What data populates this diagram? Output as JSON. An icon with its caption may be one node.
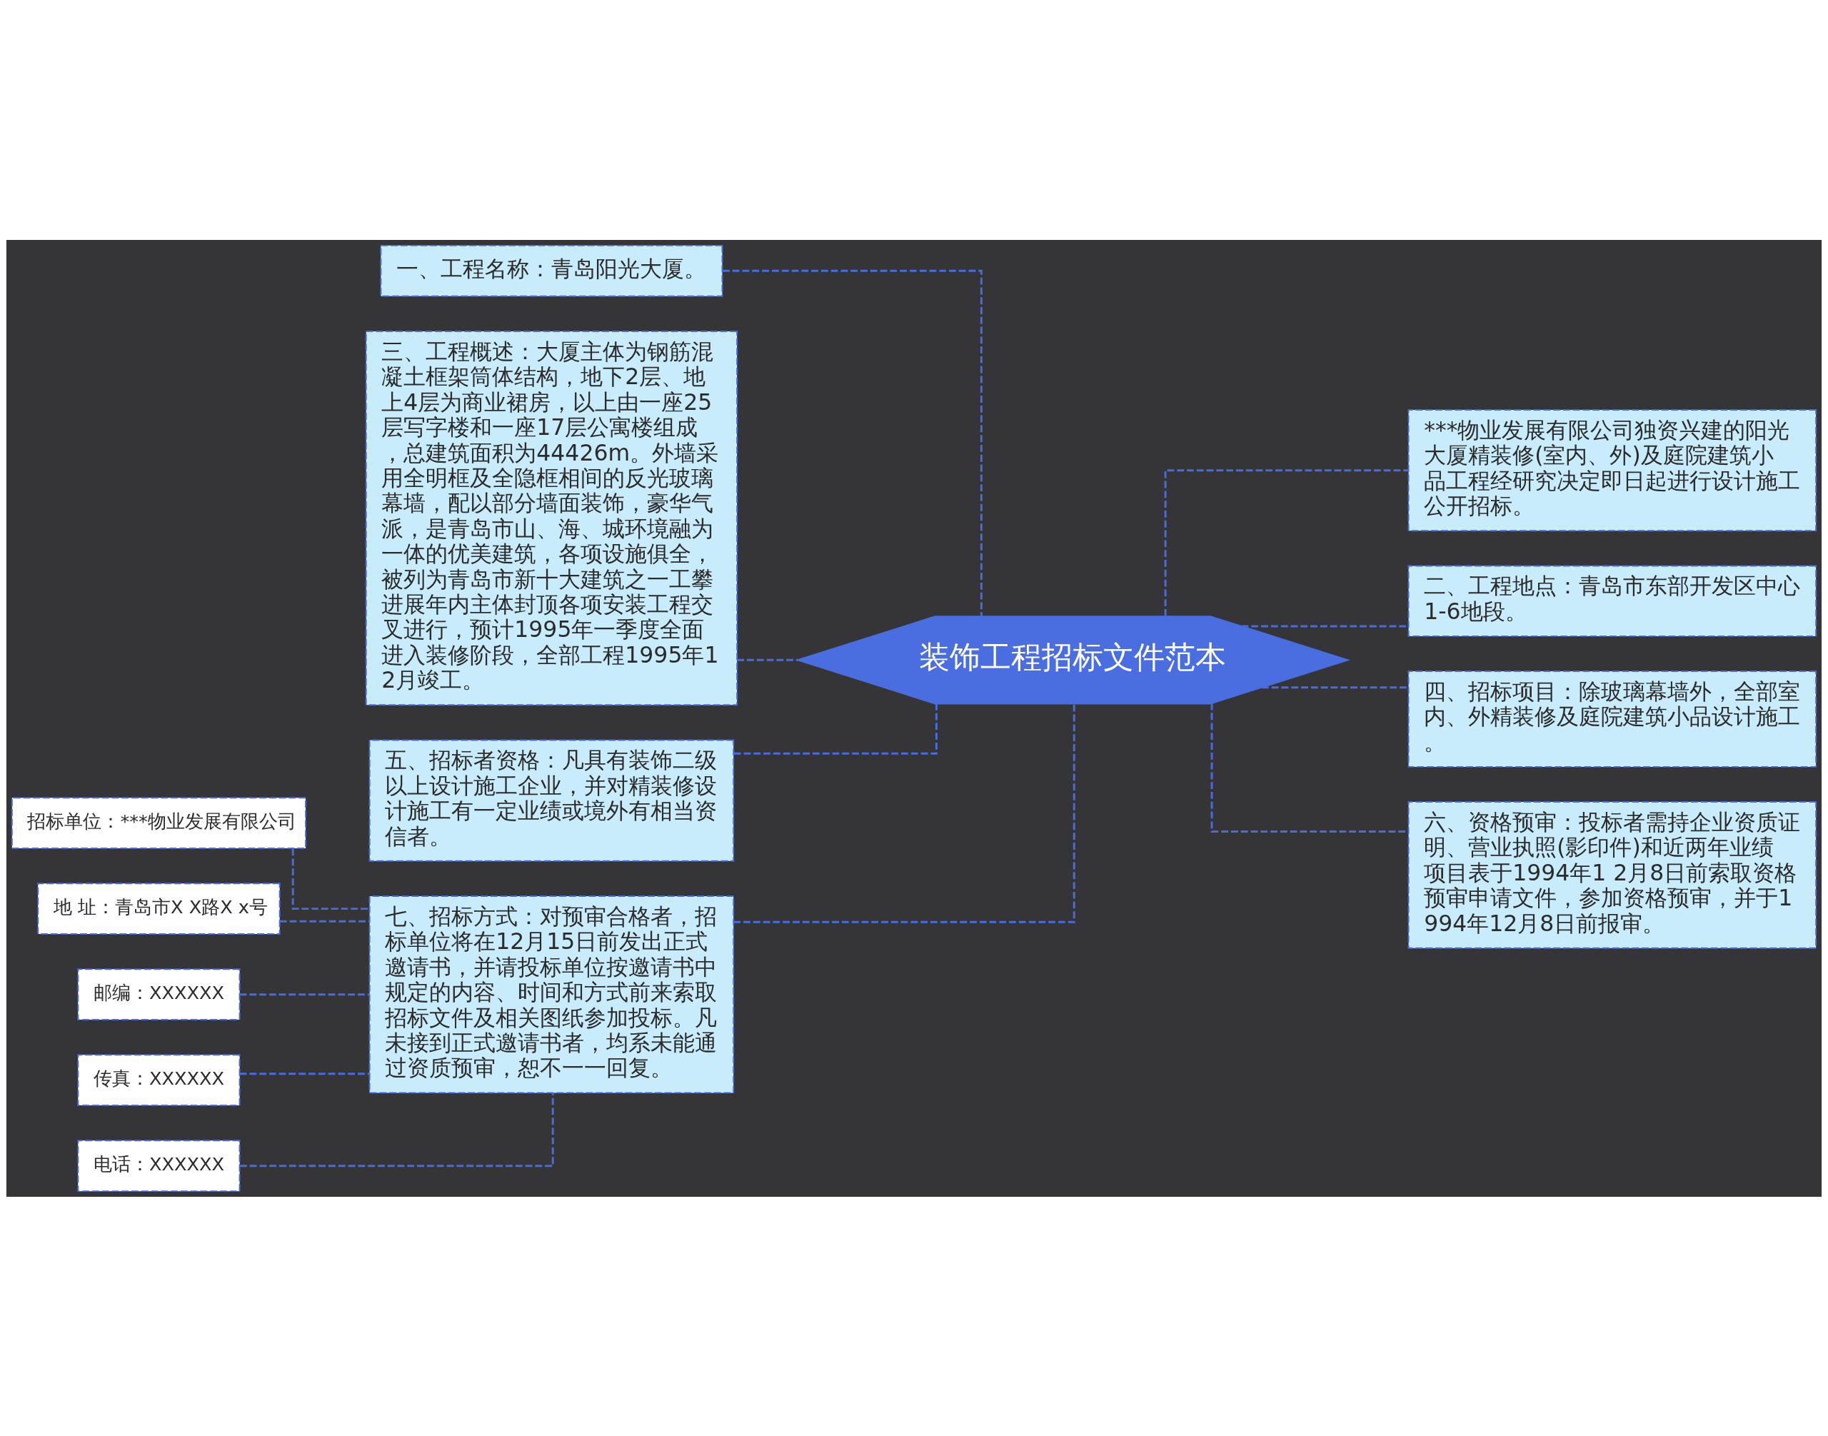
{
  "diagram": {
    "nodes": [
      {
        "text": [
          "装饰工程招标文件范本"
        ]
      },
      {
        "text": [
          "一、工程名称：青岛阳光大厦。"
        ]
      },
      {
        "text": [
          "三、工程概述：大厦主体为钢筋混凝土框架筒体结构，地下2层、地上4层为商业裙房，以上由一座25层写字楼和一座17层公寓楼组成，总建筑面积为44426m。外墙采用全明框及全隐框相间的反光玻璃幕墙，配以部分墙面装饰，豪华气派，是青岛市山、海、城环境融为一体的优美建筑，各项设施俱全，被列为青岛市新十大建筑之一工攀进展年内主体封顶各项安装工程交叉进行，预计1995年一季度全面进入装修阶段，全部工程1995年12月竣工。"
        ]
      },
      {
        "text": [
          "五、招标者资格：凡具有装饰二级以上设计施工企业，并对精装修设计施工有一定业绩或境外有相当资信者。"
        ]
      },
      {
        "text": [
          "七、招标方式：对预审合格者，招标单位将在12月15日前发出正式邀请书，并请投标单位按邀请书中规定的内容、时间和方式前来索取招标文件及相关图纸参加投标。凡未接到正式邀请书者，均系未能通过资质预审，恕不一一回复。"
        ]
      },
      {
        "text": [
          "***物业发展有限公司独资兴建的阳光大厦精装修(室内、外)及庭院建筑小品工程经研究决定即日起进行设计施工公开招标。"
        ]
      },
      {
        "text": [
          "二、工程地点：青岛市东部开发区中心1-6地段。"
        ]
      },
      {
        "text": [
          "四、招标项目：除玻璃幕墙外，全部室内、外精装修及庭院建筑小品设计施工。"
        ]
      },
      {
        "text": [
          "六、资格预审：投标者需持企业资质证明、营业执照(影印件)和近两年业绩项目表于1994年1 2月8日前索取资格预审申请文件，参加资格预审，并于1994年12月8日前报审。"
        ]
      },
      {
        "text": [
          "招标单位：***物业发展有限公司"
        ]
      },
      {
        "text": [
          "地 址：青岛市X X路X x号"
        ]
      },
      {
        "text": [
          "邮编：XXXXXX"
        ]
      },
      {
        "text": [
          "传真：XXXXXX"
        ]
      },
      {
        "text": [
          "电话：XXXXXX"
        ]
      }
    ],
    "edges": [
      {
        "from": 0,
        "to": 1,
        "arrow": "none",
        "style": "dashed"
      },
      {
        "from": 0,
        "to": 2,
        "arrow": "none",
        "style": "dashed"
      },
      {
        "from": 0,
        "to": 3,
        "arrow": "none",
        "style": "dashed"
      },
      {
        "from": 0,
        "to": 4,
        "arrow": "none",
        "style": "dashed"
      },
      {
        "from": 0,
        "to": 5,
        "arrow": "none",
        "style": "dashed"
      },
      {
        "from": 0,
        "to": 6,
        "arrow": "none",
        "style": "dashed"
      },
      {
        "from": 0,
        "to": 7,
        "arrow": "none",
        "style": "dashed"
      },
      {
        "from": 0,
        "to": 8,
        "arrow": "none",
        "style": "dashed"
      },
      {
        "from": 4,
        "to": 9,
        "arrow": "none",
        "style": "dashed"
      },
      {
        "from": 4,
        "to": 10,
        "arrow": "none",
        "style": "dashed"
      },
      {
        "from": 4,
        "to": 11,
        "arrow": "none",
        "style": "dashed"
      },
      {
        "from": 4,
        "to": 12,
        "arrow": "none",
        "style": "dashed"
      },
      {
        "from": 4,
        "to": 13,
        "arrow": "none",
        "style": "dashed"
      }
    ]
  }
}
